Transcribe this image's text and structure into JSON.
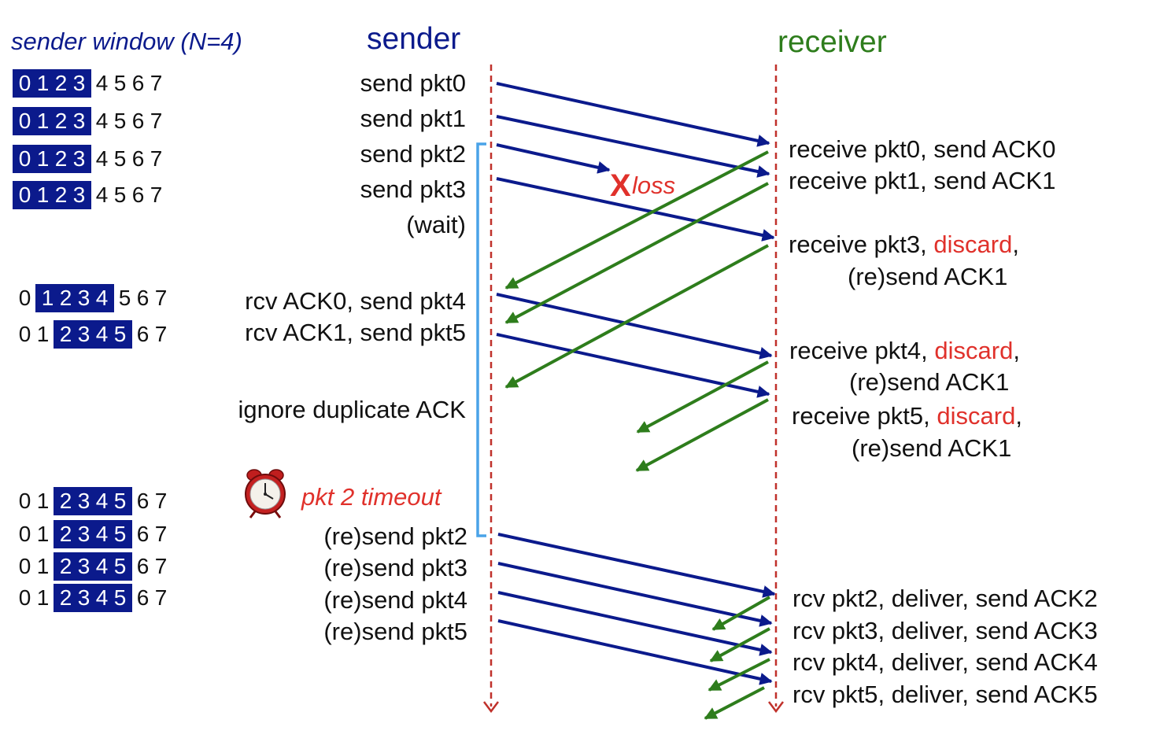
{
  "headers": {
    "sender": "sender",
    "receiver": "receiver"
  },
  "window_label": "sender window (N=4)",
  "windows": [
    {
      "nums": [
        "0",
        "1",
        "2",
        "3",
        "4",
        "5",
        "6",
        "7"
      ],
      "start": 0
    },
    {
      "nums": [
        "0",
        "1",
        "2",
        "3",
        "4",
        "5",
        "6",
        "7"
      ],
      "start": 0
    },
    {
      "nums": [
        "0",
        "1",
        "2",
        "3",
        "4",
        "5",
        "6",
        "7"
      ],
      "start": 0
    },
    {
      "nums": [
        "0",
        "1",
        "2",
        "3",
        "4",
        "5",
        "6",
        "7"
      ],
      "start": 0
    },
    {
      "nums": [
        "0",
        "1",
        "2",
        "3",
        "4",
        "5",
        "6",
        "7"
      ],
      "start": 1
    },
    {
      "nums": [
        "0",
        "1",
        "2",
        "3",
        "4",
        "5",
        "6",
        "7"
      ],
      "start": 2
    },
    {
      "nums": [
        "0",
        "1",
        "2",
        "3",
        "4",
        "5",
        "6",
        "7"
      ],
      "start": 2
    },
    {
      "nums": [
        "0",
        "1",
        "2",
        "3",
        "4",
        "5",
        "6",
        "7"
      ],
      "start": 2
    },
    {
      "nums": [
        "0",
        "1",
        "2",
        "3",
        "4",
        "5",
        "6",
        "7"
      ],
      "start": 2
    },
    {
      "nums": [
        "0",
        "1",
        "2",
        "3",
        "4",
        "5",
        "6",
        "7"
      ],
      "start": 2
    }
  ],
  "sender_events": [
    "send  pkt0",
    "send  pkt1",
    "send  pkt2",
    "send  pkt3",
    "(wait)",
    "rcv ACK0, send pkt4",
    "rcv ACK1, send pkt5",
    "ignore duplicate ACK",
    "(re)send  pkt2",
    "(re)send  pkt3",
    "(re)send  pkt4",
    "(re)send  pkt5"
  ],
  "timeout_label": "pkt 2 timeout",
  "loss_x": "X",
  "loss_label": "loss",
  "receiver_events": {
    "r0": "receive pkt0, send ACK0",
    "r1": "receive pkt1, send ACK1",
    "r3a": "receive pkt3, ",
    "r3b": "discard",
    "r3c": ",",
    "r3d": "(re)send ACK1",
    "r4a": "receive pkt4, ",
    "r4b": "discard",
    "r4c": ",",
    "r4d": "(re)send ACK1",
    "r5a": "receive pkt5, ",
    "r5b": "discard",
    "r5c": ",",
    "r5d": "(re)send ACK1",
    "d2": "rcv pkt2, deliver, send ACK2",
    "d3": "rcv pkt3, deliver, send ACK3",
    "d4": "rcv pkt4, deliver, send ACK4",
    "d5": "rcv pkt5, deliver, send ACK5"
  },
  "colors": {
    "packet_arrow": "#0b1a8c",
    "ack_arrow": "#2e7d1c",
    "timeline": "#c0312b",
    "timer_bracket": "#4aa3e8",
    "highlight": "#e0312b"
  }
}
